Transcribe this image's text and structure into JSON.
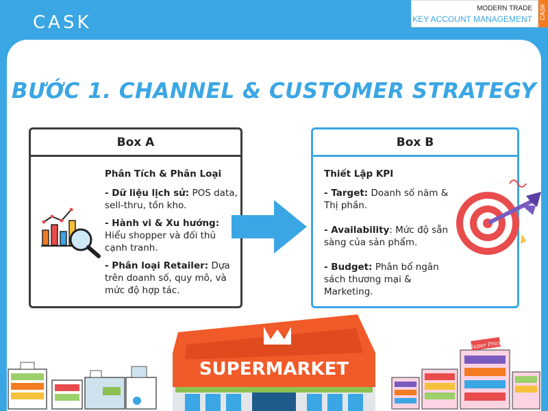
{
  "header": {
    "logo": "CASK",
    "brand_top": "MODERN TRADE",
    "brand_bottom": "KEY ACCOUNT MANAGEMENT",
    "brand_tag": "CASK"
  },
  "title": "BƯỚC 1. CHANNEL & CUSTOMER STRATEGY",
  "box_a": {
    "header": "Box A",
    "subtitle": "Phân Tích & Phân Loại",
    "points": [
      {
        "label": "- Dữ liệu lịch sử:",
        "text": " POS data, sell-thru, tồn kho."
      },
      {
        "label": "- Hành vi & Xu hướng:",
        "text": " Hiểu shopper và đối thủ cạnh tranh."
      },
      {
        "label": "- Phân loại Retailer:",
        "text": " Dựa trên doanh số, quy mô, và mức độ hợp tác."
      }
    ]
  },
  "box_b": {
    "header": "Box B",
    "subtitle": "Thiết Lập KPI",
    "points": [
      {
        "label": "- Target:",
        "text": " Doanh số năm & Thị phần."
      },
      {
        "label": "- Availability",
        "text": ": Mức độ sẵn sàng của sản phẩm."
      },
      {
        "label": "- Budget:",
        "text": " Phân bổ ngân sách thương mại & Marketing."
      }
    ]
  },
  "scene": {
    "store_sign": "SUPERMARKET",
    "price_tag": "Super Price"
  },
  "colors": {
    "primary": "#3aa6e4",
    "accent": "#f37b21",
    "dark": "#3b3b3b"
  }
}
